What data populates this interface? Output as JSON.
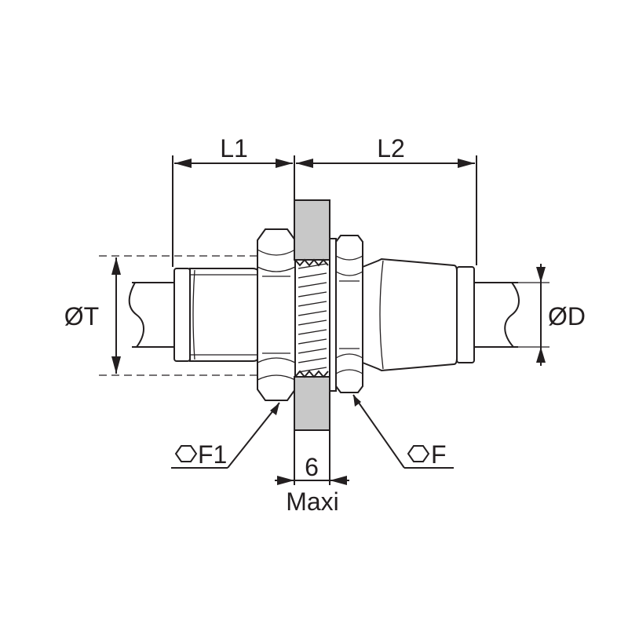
{
  "labels": {
    "l1": "L1",
    "l2": "L2",
    "ot": "ØT",
    "od": "ØD",
    "f1": "F1",
    "f": "F",
    "thickness": "6",
    "maxi": "Maxi"
  },
  "colors": {
    "line": "#231f20",
    "panel": "#c8c8c8",
    "background": "#ffffff"
  },
  "icons": {
    "hex_symbol": "hexagon-icon"
  }
}
